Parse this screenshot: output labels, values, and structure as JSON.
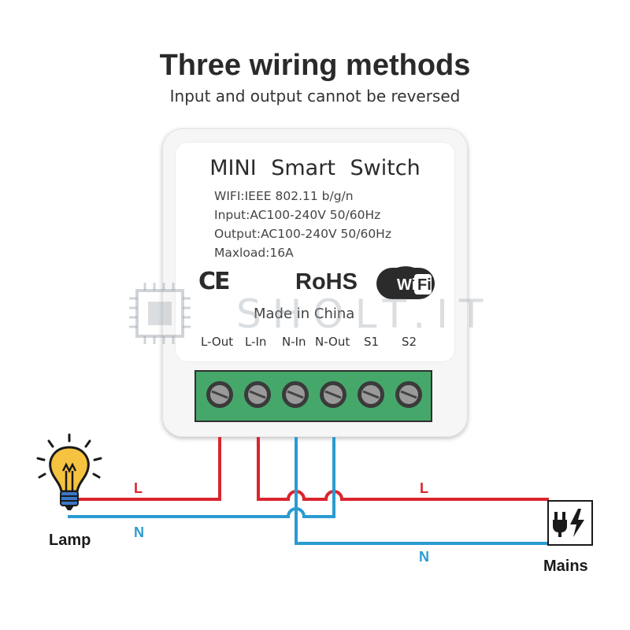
{
  "header": {
    "title": "Three wiring methods",
    "subtitle": "Input and output cannot be reversed"
  },
  "device": {
    "title": "MINI Smart Switch",
    "specs": [
      "WIFI:IEEE 802.11 b/g/n",
      "Input:AC100-240V 50/60Hz",
      "Output:AC100-240V 50/60Hz",
      "Maxload:16A"
    ],
    "ce_mark": "CE",
    "rohs_mark": "RoHS",
    "wifi_badge": "WiFi",
    "made_in": "Made in China",
    "terminals": [
      "L-Out",
      "L-In",
      "N-In",
      "N-Out",
      "S1",
      "S2"
    ]
  },
  "watermark": "SHOLT.IT",
  "diagram": {
    "lamp_label": "Lamp",
    "mains_label": "Mains",
    "live_label": "L",
    "neutral_label": "N",
    "live_color": "#d9252e",
    "neutral_color": "#2b9bd1",
    "terminal_color": "#45a86a",
    "bulb_color": "#f6c340"
  }
}
